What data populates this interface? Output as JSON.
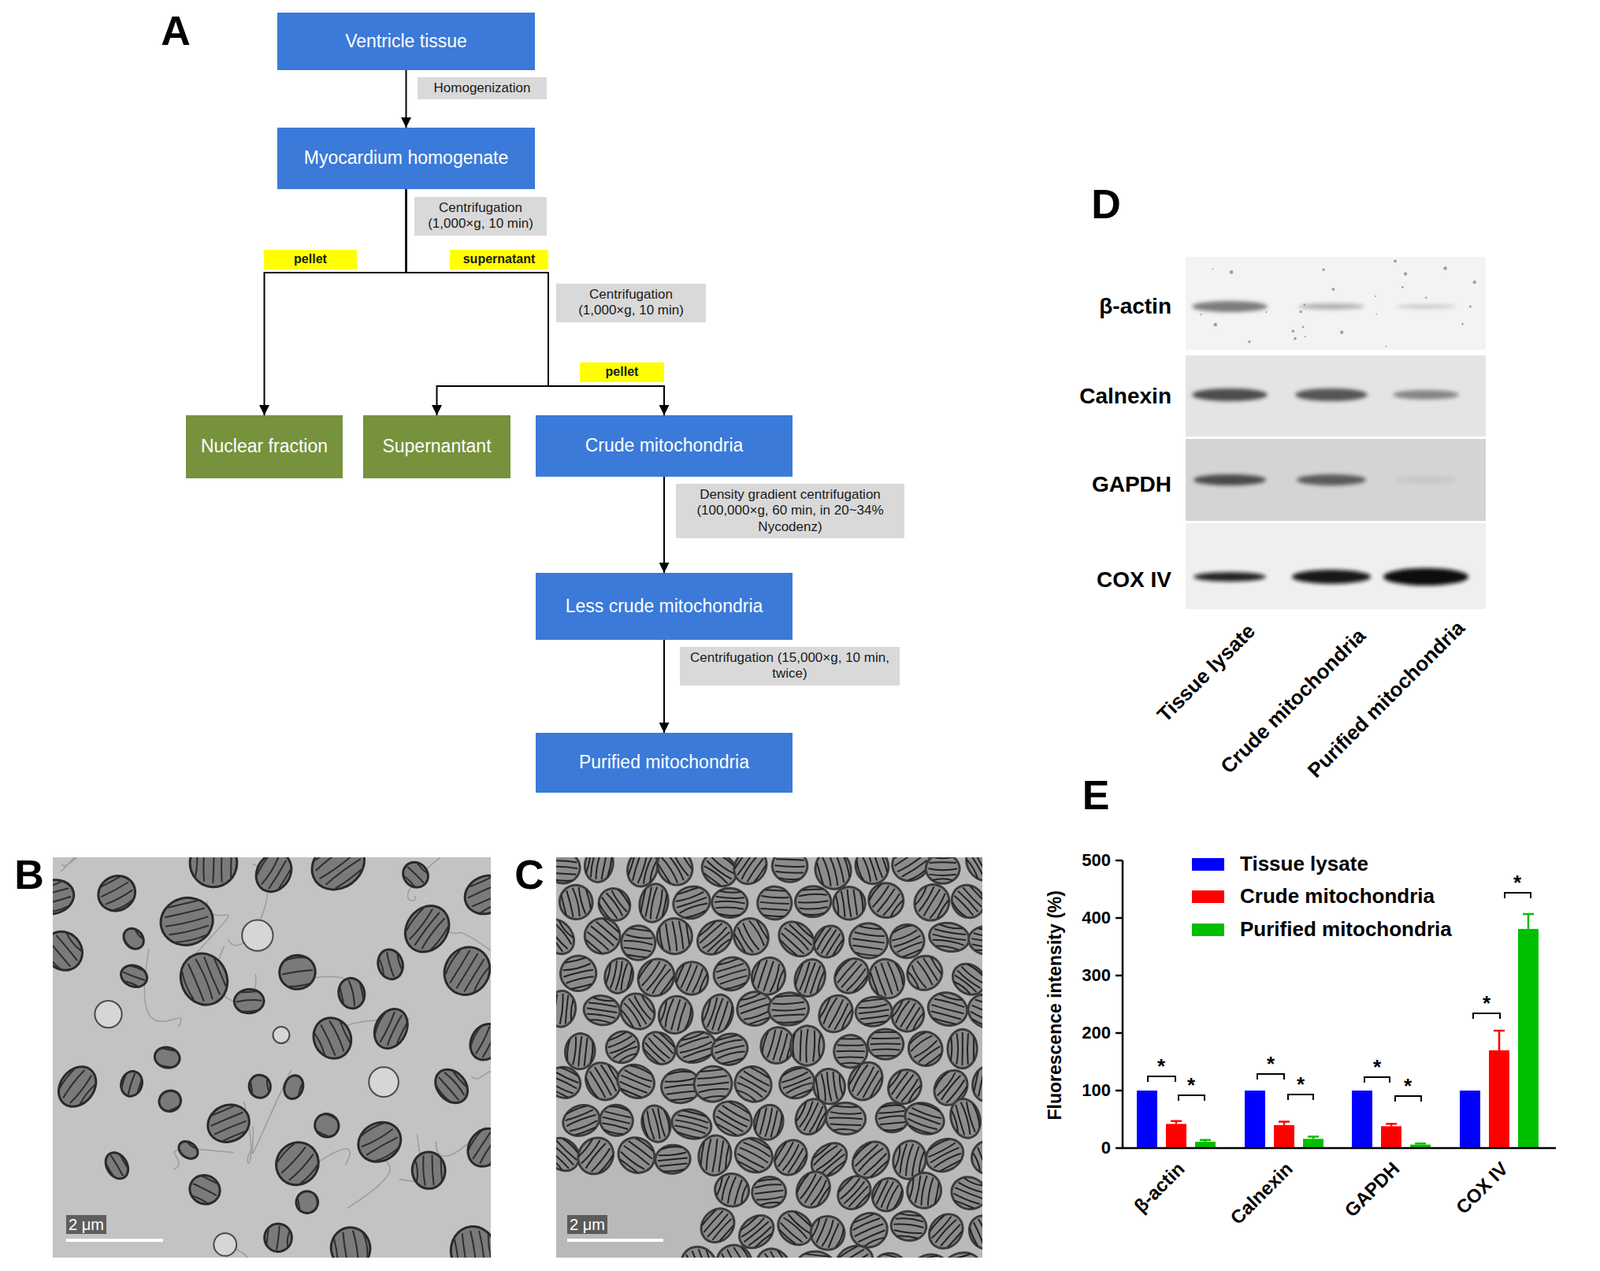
{
  "diagram": {
    "nodes": [
      {
        "text": [
          "Ventricle tissue"
        ]
      },
      {
        "text": [
          "Myocardium homogenate"
        ]
      },
      {
        "text": [
          "Nuclear fraction"
        ]
      },
      {
        "text": [
          "Supernantant"
        ]
      },
      {
        "text": [
          "Crude mitochondria"
        ]
      },
      {
        "text": [
          "Less crude mitochondria"
        ]
      },
      {
        "text": [
          "Purified mitochondria"
        ]
      }
    ],
    "edges": [
      {
        "from": 0,
        "to": 1,
        "arrow": "to",
        "label": "Homogenization"
      },
      {
        "from": 1,
        "to": 2,
        "arrow": "to"
      },
      {
        "from": 1,
        "to": 3,
        "arrow": "to"
      },
      {
        "from": 1,
        "to": 4,
        "arrow": "to"
      },
      {
        "from": 4,
        "to": 5,
        "arrow": "to",
        "label": "Density gradient centrifugation (100,000×g, 60 min, in 20~34% Nycodenz)"
      },
      {
        "from": 5,
        "to": 6,
        "arrow": "to",
        "label": "Centrifugation (15,000×g, 10 min, twice)"
      }
    ],
    "labels": [
      "A",
      "Centrifugation (1,000×g, 10 min)",
      "pellet",
      "supernatant",
      "Centrifugation (1,000×g, 10 min)",
      "pellet",
      "B",
      "2 μm",
      "C",
      "2 μm",
      "D",
      "β-actin",
      "Calnexin",
      "GAPDH",
      "COX IV",
      "Tissue lysate",
      "Crude mitochondria",
      "Purified mitochondria",
      "E",
      "Fluorescence intensity (%)",
      "500",
      "400",
      "300",
      "200",
      "100",
      "0",
      "*",
      "*",
      "*",
      "*",
      "*",
      "*",
      "*",
      "*",
      "β-actin",
      "Calnexin",
      "GAPDH",
      "COX IV"
    ],
    "legend": [
      {
        "text": "Tissue lysate",
        "color": "#0000ff"
      },
      {
        "text": "Crude mitochondria",
        "color": "#ff0000"
      },
      {
        "text": "Purified mitochondria",
        "color": "#00c000"
      }
    ]
  }
}
